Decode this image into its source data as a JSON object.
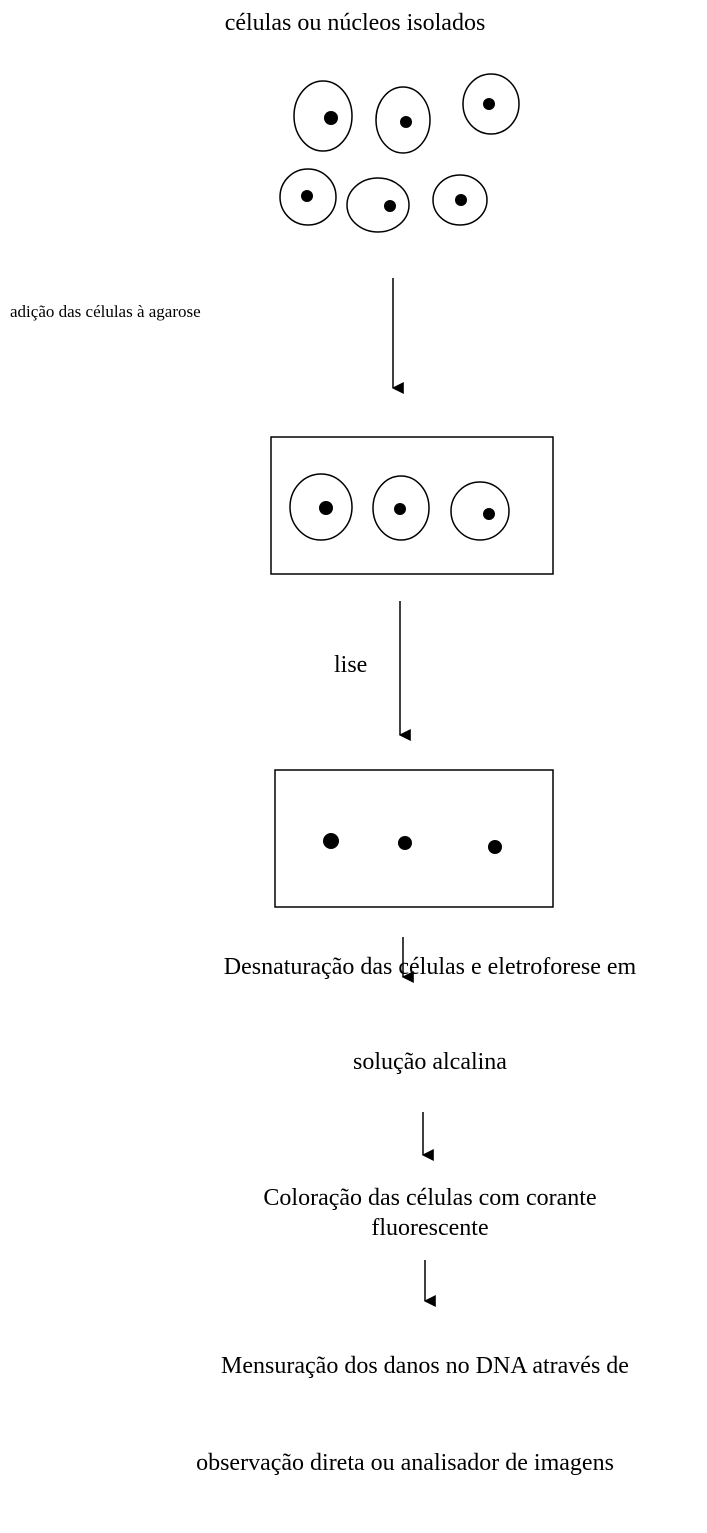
{
  "title": "células ou núcleos isolados",
  "steps": {
    "add_cells": "adição das células à agarose",
    "lysis": "lise",
    "denature_line1": "Desnaturação das células e eletroforese em",
    "denature_line2": "solução alcalina",
    "stain_line1": "Coloração das células com corante",
    "stain_line2": "fluorescente",
    "measure_line1": "Mensuração dos danos no DNA através de",
    "measure_line2": "observação direta ou analisador de imagens"
  }
}
